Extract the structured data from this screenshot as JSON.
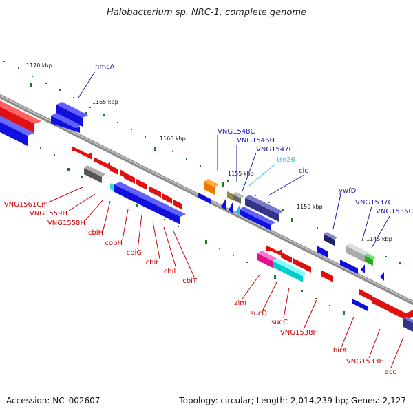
{
  "title": "Halobacterium sp. NRC-1, complete genome",
  "footer": {
    "accession": "Accession: NC_002607",
    "topology": "Topology: circular; Length: 2,014,239 bp; Genes: 2,127"
  },
  "colors": {
    "backbone": "#8c8c8c",
    "tick": "#1e7a1e",
    "label_top": "#1a1aaa",
    "label_bottom": "#cc0000",
    "label_rna": "#33bbdd"
  },
  "scale_labels": [
    "1170 kbp",
    "1165 kbp",
    "1160 kbp",
    "1155 kbp",
    "1150 kbp",
    "1145 kbp"
  ],
  "labels_top": [
    "hmcA",
    "VNG1548C",
    "VNG1546H",
    "VNG1547C",
    "trn26",
    "clc",
    "ywfD",
    "VNG1537C",
    "VNG1536C"
  ],
  "labels_bottom": [
    "VNG1561Cm",
    "VNG1559H",
    "VNG1558H",
    "cbiH",
    "cobH",
    "cbiG",
    "cbiF",
    "cbiL",
    "cbiT",
    "zim",
    "sucD",
    "sucC",
    "VNG1538H",
    "birA",
    "VNG1533H",
    "acc"
  ]
}
